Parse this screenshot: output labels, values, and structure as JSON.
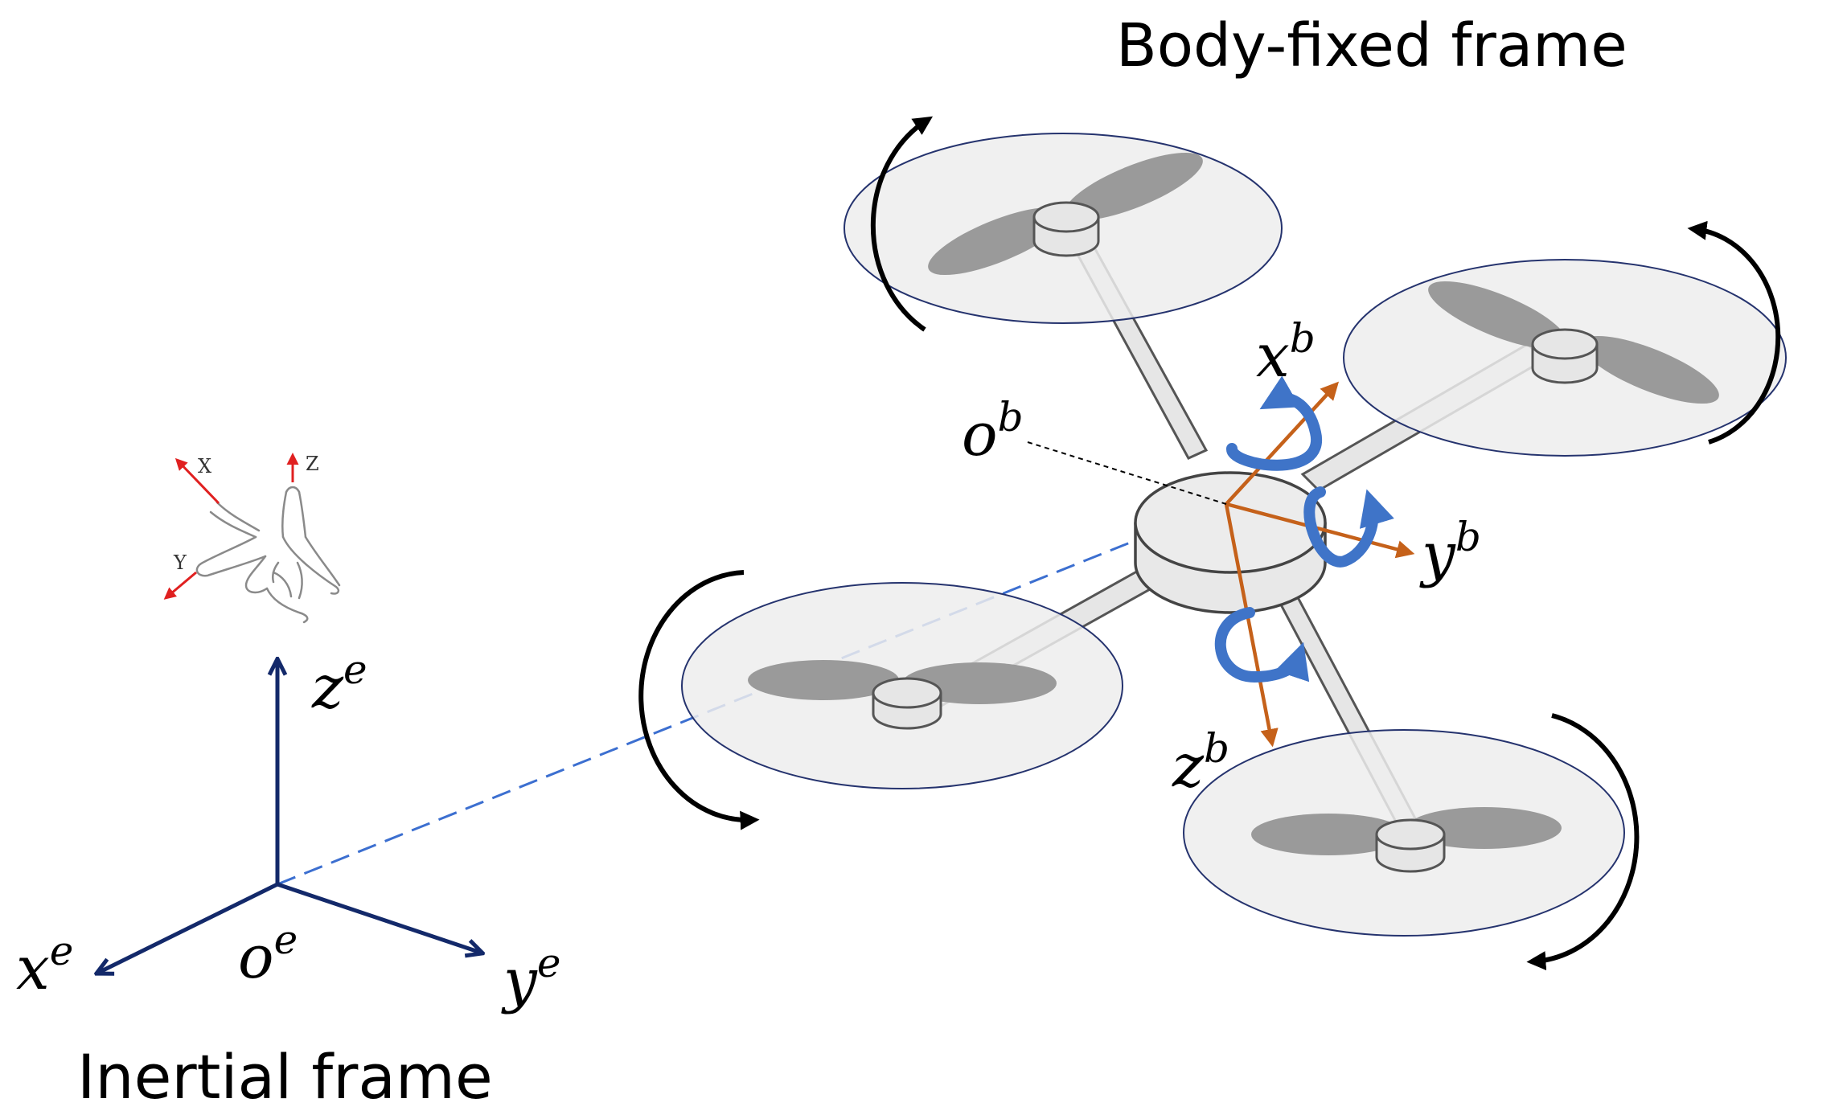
{
  "title_body_frame": "Body-fixed frame",
  "title_inertial_frame": "Inertial frame",
  "inertial_axes": {
    "z": {
      "base": "z",
      "sup": "e"
    },
    "x": {
      "base": "x",
      "sup": "e"
    },
    "y": {
      "base": "y",
      "sup": "e"
    },
    "o": {
      "base": "o",
      "sup": "e"
    }
  },
  "body_axes": {
    "x": {
      "base": "x",
      "sup": "b"
    },
    "y": {
      "base": "y",
      "sup": "b"
    },
    "z": {
      "base": "z",
      "sup": "b"
    },
    "o": {
      "base": "o",
      "sup": "b"
    }
  },
  "hand_rule_labels": {
    "x": "X",
    "y": "Y",
    "z": "Z"
  },
  "colors": {
    "inertial_axis": "#13296a",
    "body_axis": "#c5611a",
    "rotation_arrow": "#3f74c8",
    "link_dashed": "#3c6fd0",
    "hand_arrow": "#e02020",
    "rotor_disc_fill": "#ededed",
    "rotor_disc_stroke": "#25336e",
    "blade": "#9a9a9a",
    "body_fill": "#e8e8e8"
  }
}
